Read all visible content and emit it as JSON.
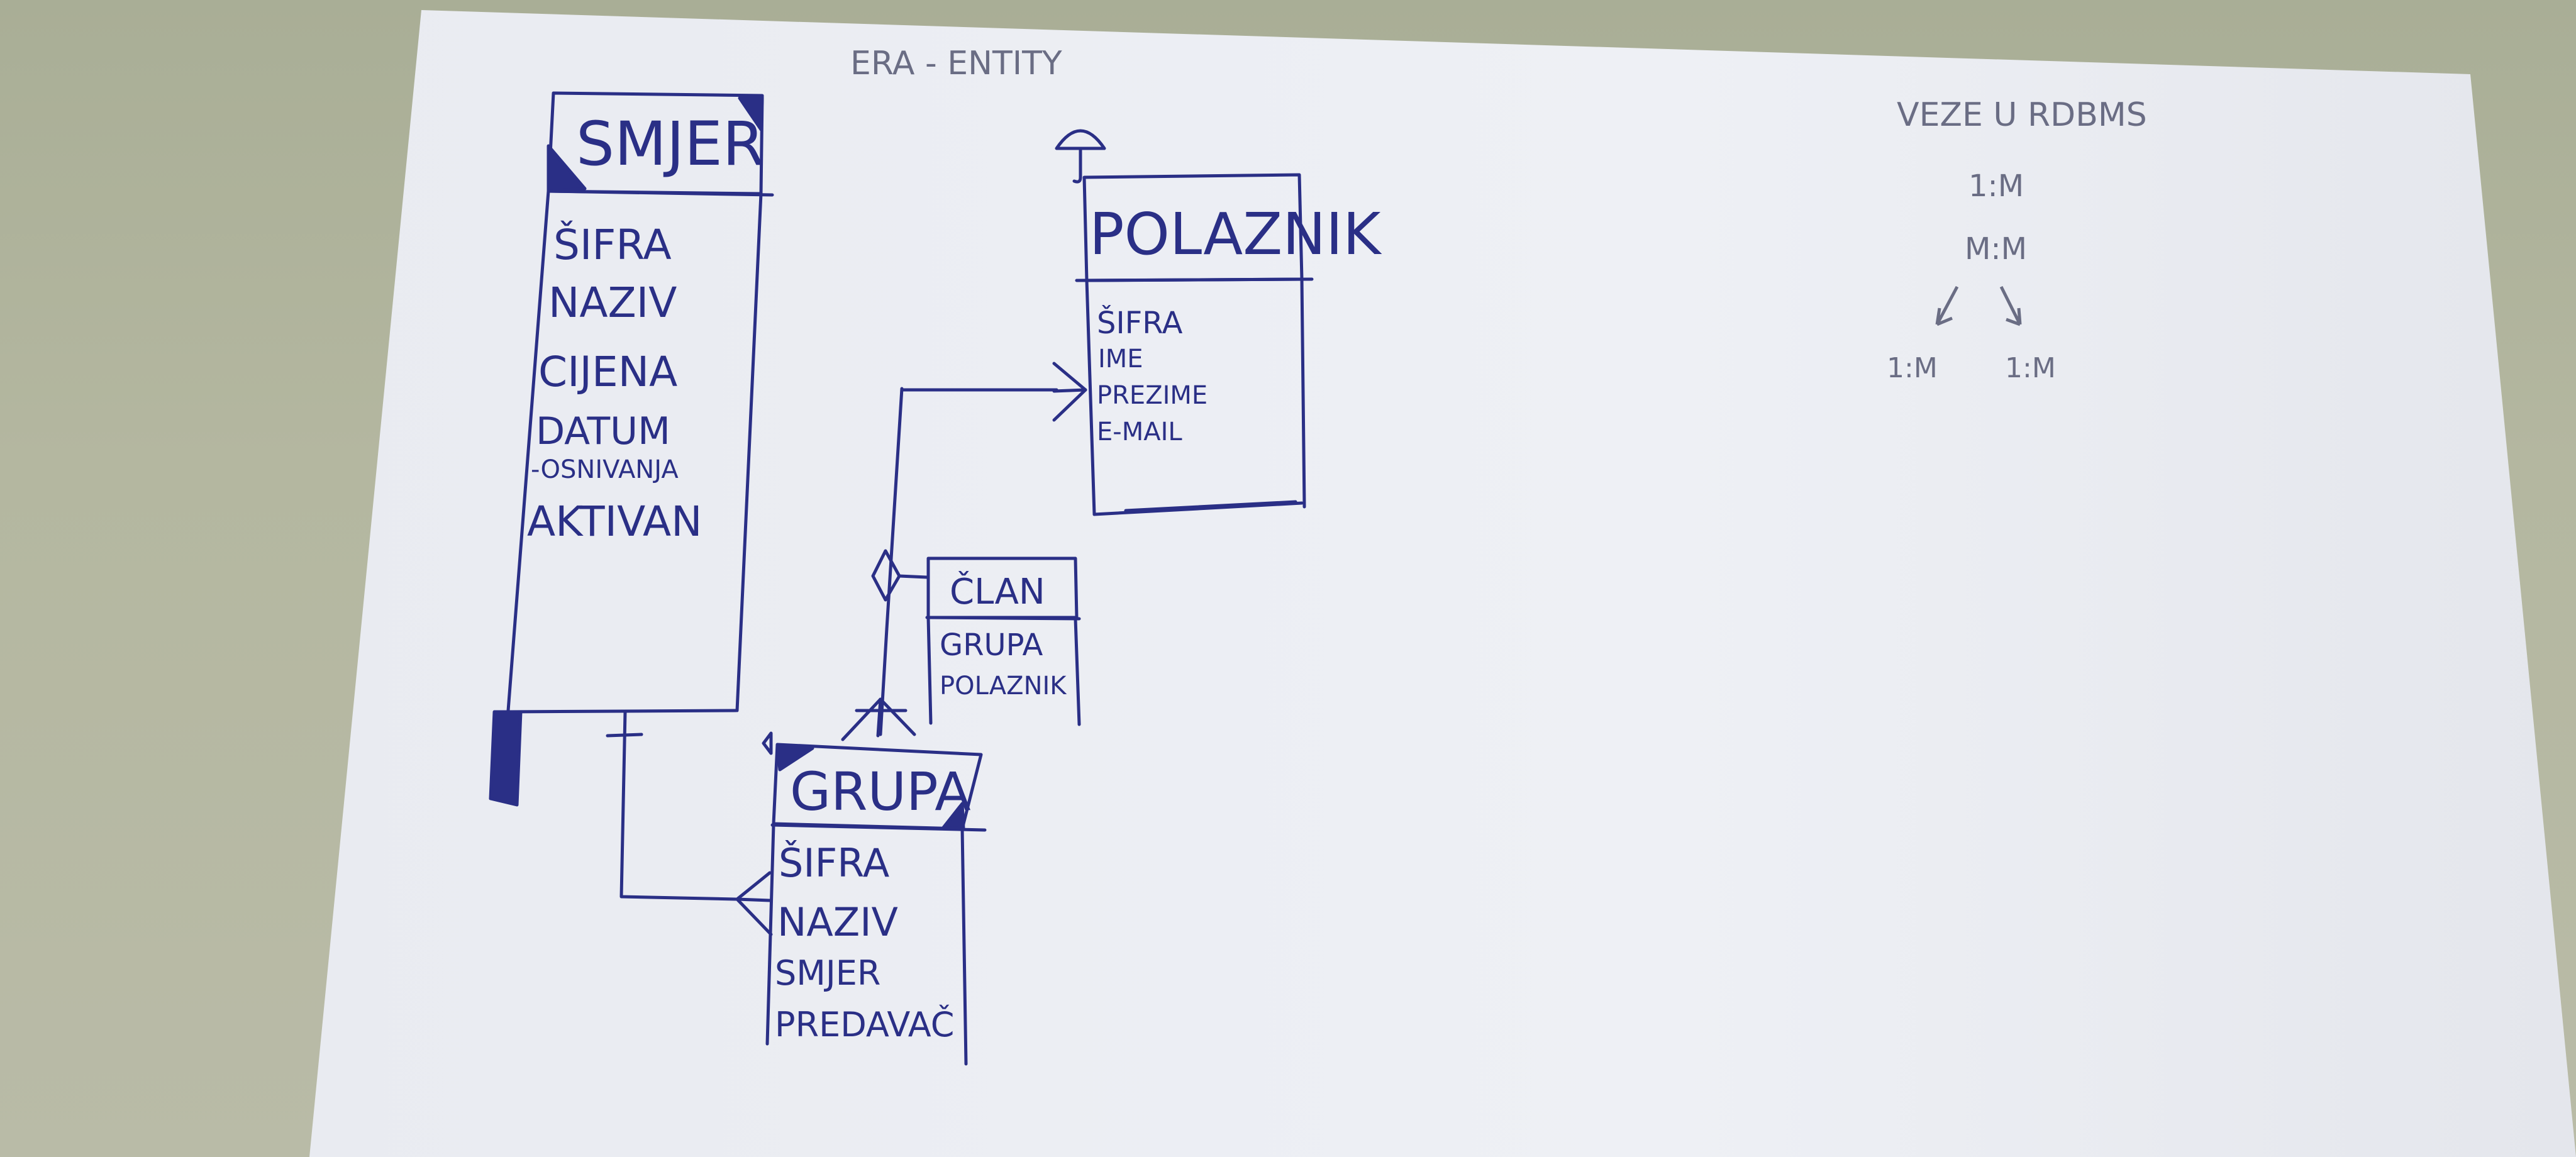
{
  "diagram_title": "ERA - ENTITY",
  "notes": {
    "title": "VEZE U RDBMS",
    "lines": [
      "1:M",
      "M:M"
    ],
    "split": [
      "1:M",
      "1:M"
    ]
  },
  "entities": {
    "smjer": {
      "name": "SMJER",
      "attributes": [
        "ŠIFRA",
        "NAZIV",
        "CIJENA",
        "DATUM",
        "-OSNIVANJA",
        "AKTIVAN"
      ]
    },
    "polaznik": {
      "name": "POLAZNIK",
      "attributes": [
        "ŠIFRA",
        "IME",
        "PREZIME",
        "E-MAIL"
      ]
    },
    "clan": {
      "name": "ČLAN",
      "attributes": [
        "GRUPA",
        "POLAZNIK"
      ]
    },
    "grupa": {
      "name": "GRUPA",
      "attributes": [
        "ŠIFRA",
        "NAZIV",
        "SMJER",
        "PREDAVAČ"
      ]
    }
  },
  "colors": {
    "ink": "#2a2f86",
    "pencil": "#6a6d84",
    "paper": "#eceef3",
    "desk": "#b4b7a0"
  }
}
